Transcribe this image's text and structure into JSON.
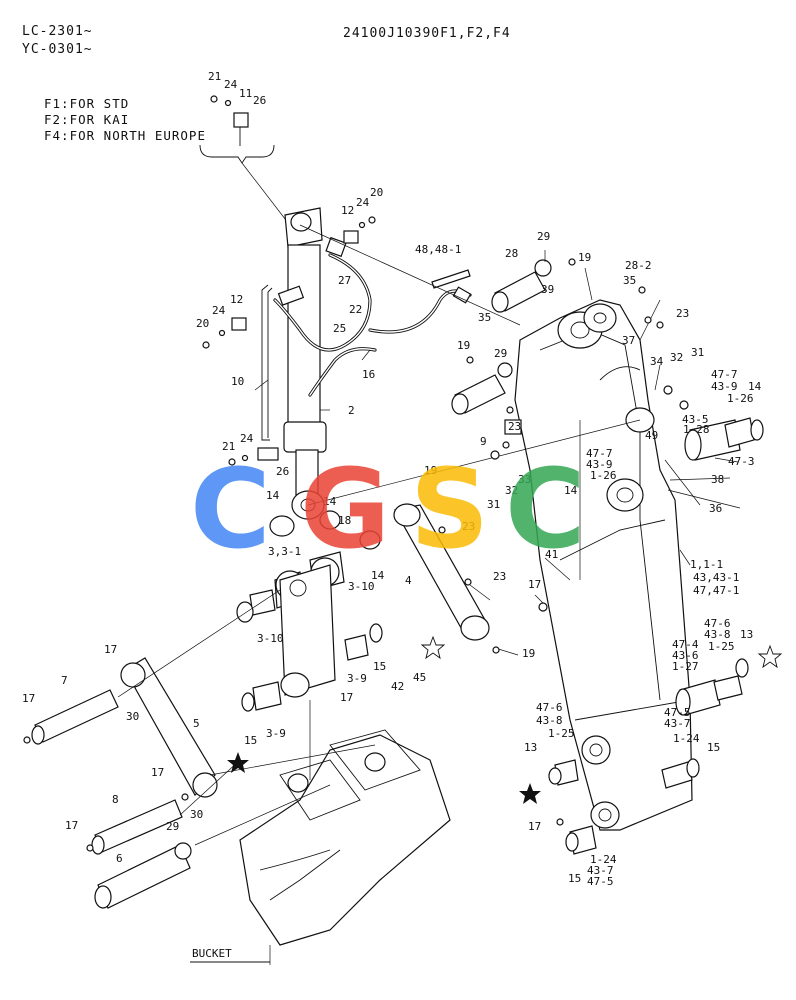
{
  "header": {
    "serial_1": "LC-2301~",
    "serial_2": "YC-0301~",
    "part_number": "24100J10390F1,F2,F4"
  },
  "notes": {
    "line_1": "F1:FOR STD",
    "line_2": "F2:FOR KAI",
    "line_3": "F4:FOR NORTH EUROPE"
  },
  "watermark": {
    "text": "CGSC",
    "letters": [
      "C",
      "G",
      "S",
      "C"
    ],
    "colors": [
      "#4285F4",
      "#EA4335",
      "#FBBC05",
      "#34A853"
    ]
  },
  "bucket_label": "BUCKET",
  "callouts": {
    "c21a": "21",
    "c24a": "24",
    "c11": "11",
    "c26a": "26",
    "c20a": "20",
    "c24b": "24",
    "c12a": "12",
    "c48": "48,48-1",
    "c29a": "29",
    "c28": "28",
    "c19a": "19",
    "c28_2": "28-2",
    "c35a": "35",
    "c23a": "23",
    "c39": "39",
    "c27": "27",
    "c22": "22",
    "c25": "25",
    "c12b": "12",
    "c24c": "24",
    "c20b": "20",
    "c16": "16",
    "c35b": "35",
    "c19b": "19",
    "c29b": "29",
    "c37": "37",
    "c34": "34",
    "c32a": "32",
    "c31a": "31",
    "c47_7a": "47-7",
    "c43_9a": "43-9",
    "c14a": "14",
    "c1_26a": "1-26",
    "c43_5": "43-5",
    "c1_28": "1-28",
    "c49": "49",
    "c47_3": "47-3",
    "c10": "10",
    "c2": "2",
    "c21b": "21",
    "c24d": "24",
    "c26b": "26",
    "c9": "9",
    "c23b": "23",
    "c47_7b": "47-7",
    "c43_9b": "43-9",
    "c1_26b": "1-26",
    "c33": "33",
    "c32b": "32",
    "c31b": "31",
    "c38": "38",
    "c36": "36",
    "c19c": "19",
    "c14b": "14",
    "c14c": "14",
    "c18": "18",
    "c23c": "23",
    "c3_31": "3,3-1",
    "c14d": "14",
    "c3_10a": "3-10",
    "c14e": "14",
    "c3_10b": "3-10",
    "c4": "4",
    "c23d": "23",
    "c41": "41",
    "c17a": "17",
    "c1_11": "1,1-1",
    "c43_431": "43,43-1",
    "c47_471": "47,47-1",
    "c47_6a": "47-6",
    "c43_8a": "43-8",
    "c1_25a": "1-25",
    "c13a": "13",
    "c47_4": "47-4",
    "c43_6": "43-6",
    "c1_27": "1-27",
    "c47_5a": "47-5",
    "c43_7a": "43-7",
    "c1_24a": "1-24",
    "c15a": "15",
    "c19d": "19",
    "c3_9a": "3-9",
    "c15b": "15",
    "c17b": "17",
    "c17c": "17",
    "c7": "7",
    "c30a": "30",
    "c5": "5",
    "c17d": "17",
    "c15c": "15",
    "c3_9b": "3-9",
    "c42": "42",
    "c45": "45",
    "c47_6b": "47-6",
    "c43_8b": "43-8",
    "c1_25b": "1-25",
    "c13b": "13",
    "c17e": "17",
    "c8": "8",
    "c30b": "30",
    "c17f": "17",
    "c29c": "29",
    "c6": "6",
    "c17g": "17",
    "c1_24b": "1-24",
    "c43_7b": "43-7",
    "c47_5b": "47-5",
    "c15d": "15"
  }
}
